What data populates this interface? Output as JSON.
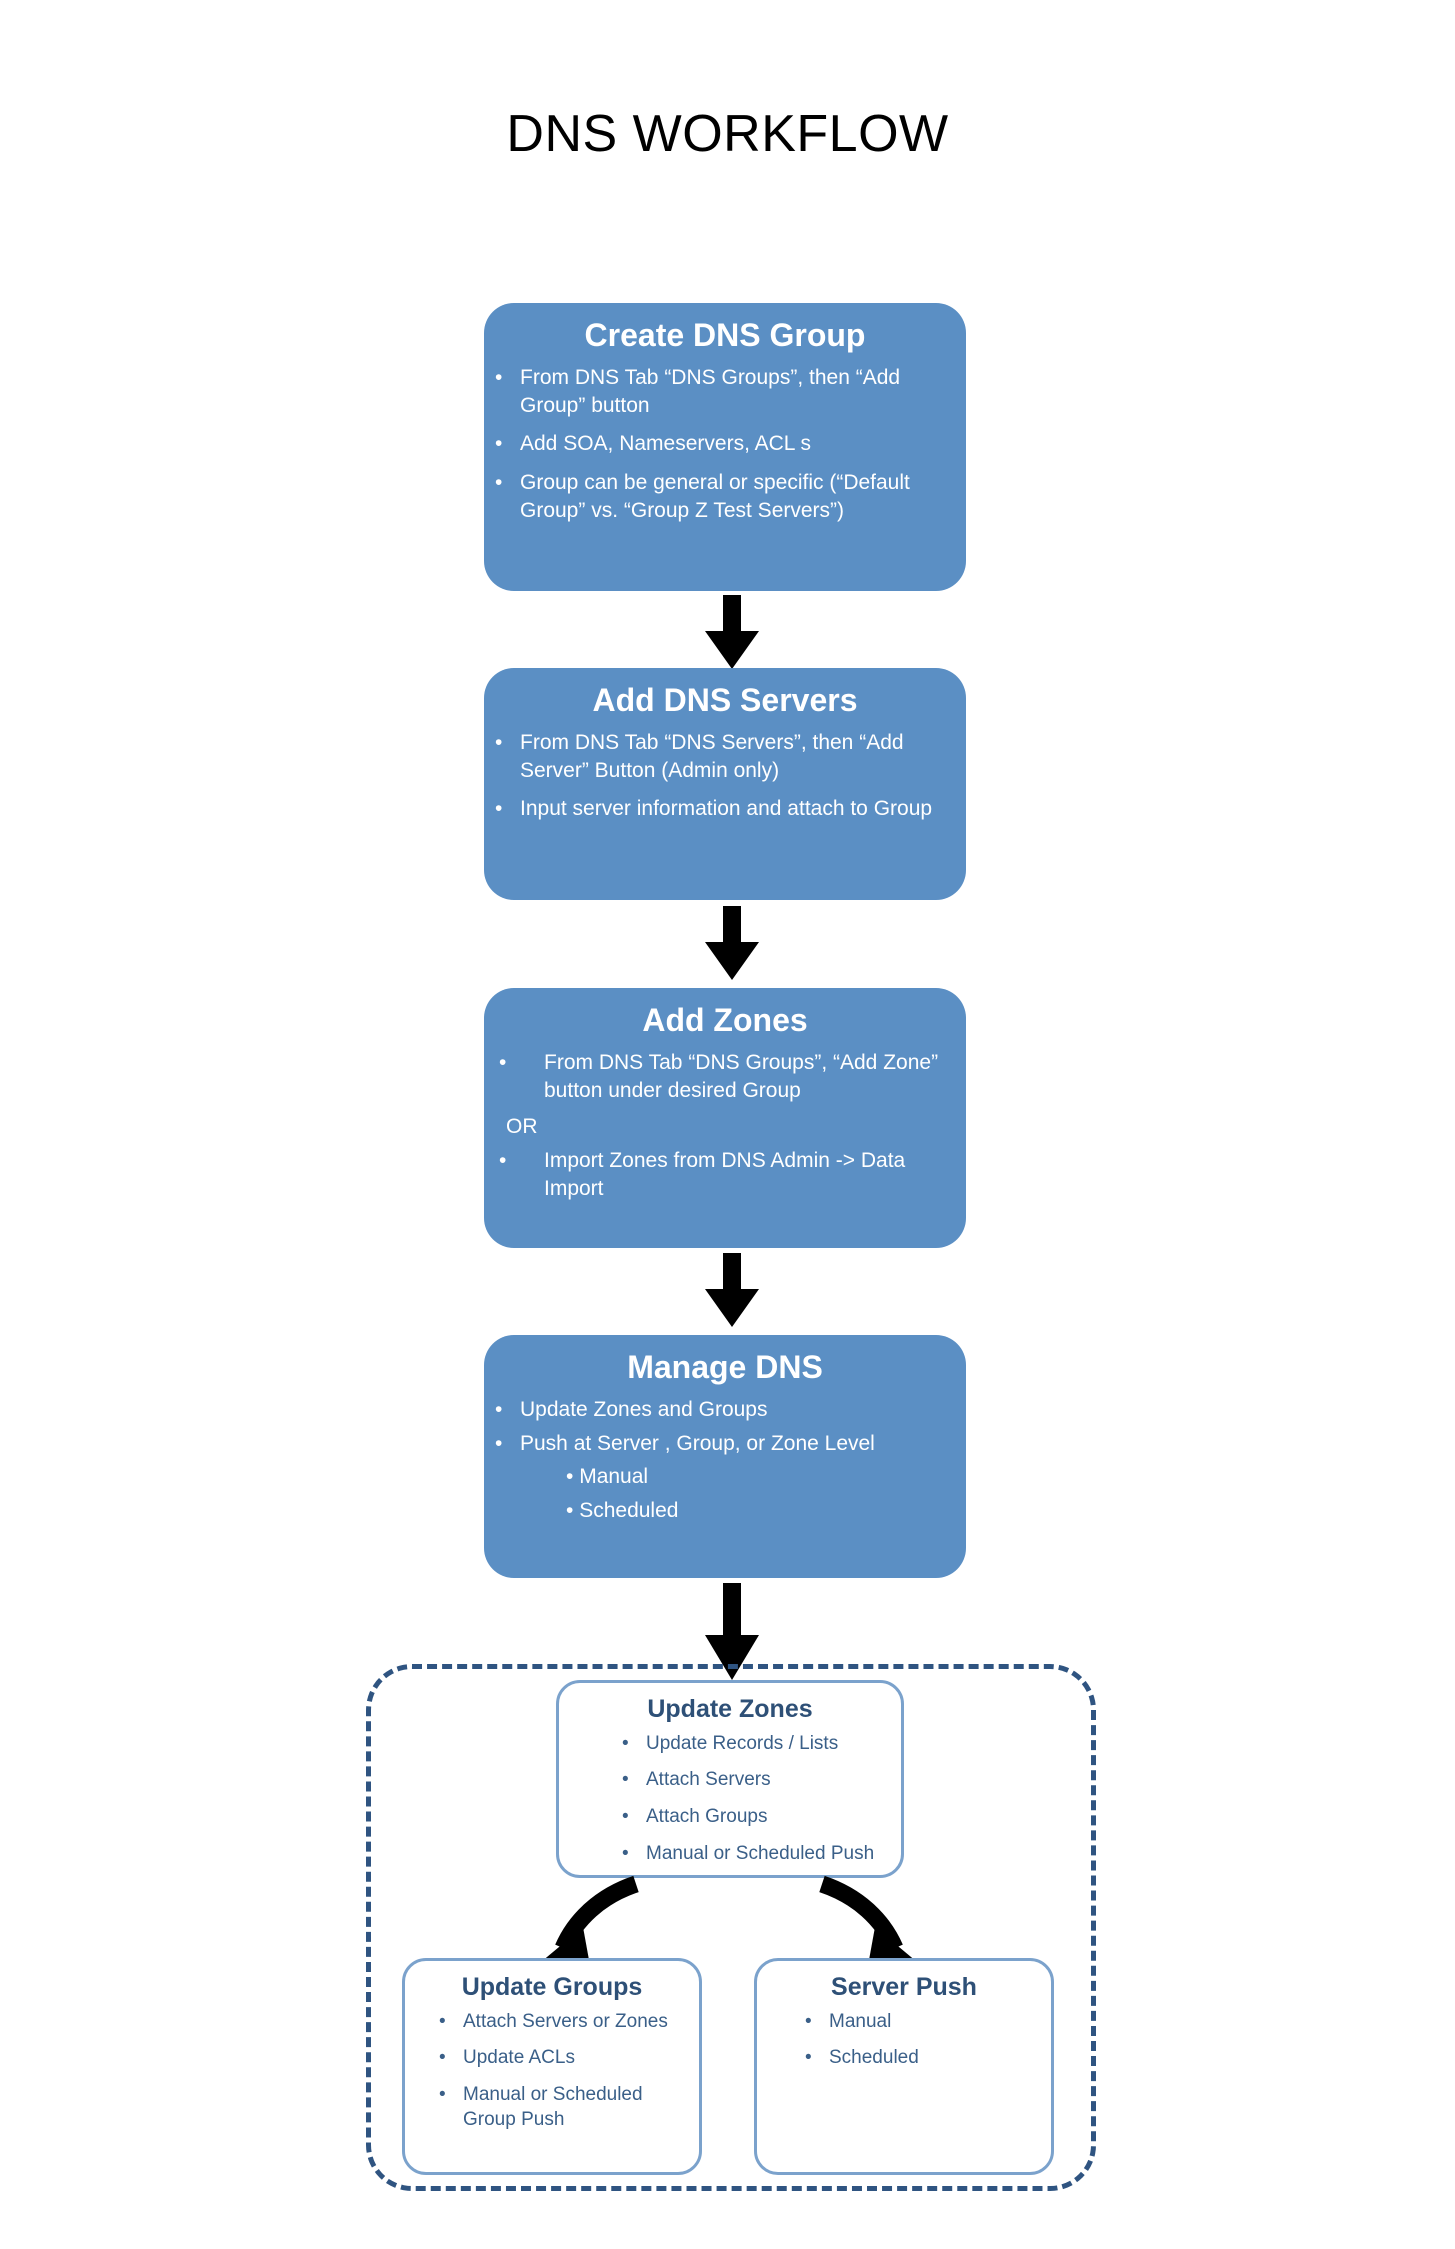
{
  "title": "DNS WORKFLOW",
  "colors": {
    "step_fill": "#5B8FC4",
    "step_text": "#ffffff",
    "dashed_border": "#2F5481",
    "white_box_border": "#7BA2CC",
    "white_box_title": "#2E5077",
    "white_box_text": "#3A5F88",
    "arrow": "#000000",
    "background": "#ffffff"
  },
  "bullet_glyph": "•",
  "steps": [
    {
      "id": "create-dns-group",
      "title": "Create DNS Group",
      "bullets": [
        "From DNS Tab “DNS Groups”, then “Add Group” button",
        "Add SOA, Nameservers, ACL s",
        "Group can be general or specific (“Default Group” vs. “Group Z Test Servers”)"
      ]
    },
    {
      "id": "add-dns-servers",
      "title": "Add DNS Servers",
      "bullets": [
        "From DNS Tab “DNS Servers”, then “Add Server” Button (Admin only)",
        "Input server information and attach to Group"
      ]
    },
    {
      "id": "add-zones",
      "title": "Add  Zones",
      "bullets_before_or": [
        "From DNS Tab “DNS Groups”, “Add Zone” button under desired Group"
      ],
      "or_label": "OR",
      "bullets_after_or": [
        "Import Zones from DNS Admin -> Data Import"
      ]
    },
    {
      "id": "manage-dns",
      "title": "Manage DNS",
      "bullets": [
        "Update Zones and Groups",
        "Push at Server , Group, or Zone Level"
      ],
      "sub_bullets": [
        "Manual",
        "Scheduled"
      ]
    }
  ],
  "detail_group": {
    "update_zones": {
      "title": "Update Zones",
      "bullets": [
        "Update Records / Lists",
        "Attach Servers",
        "Attach Groups",
        "Manual or Scheduled Push"
      ]
    },
    "update_groups": {
      "title": "Update Groups",
      "bullets": [
        "Attach Servers or Zones",
        "Update ACLs",
        "Manual or Scheduled Group Push"
      ]
    },
    "server_push": {
      "title": "Server Push",
      "bullets": [
        "Manual",
        "Scheduled"
      ]
    }
  }
}
